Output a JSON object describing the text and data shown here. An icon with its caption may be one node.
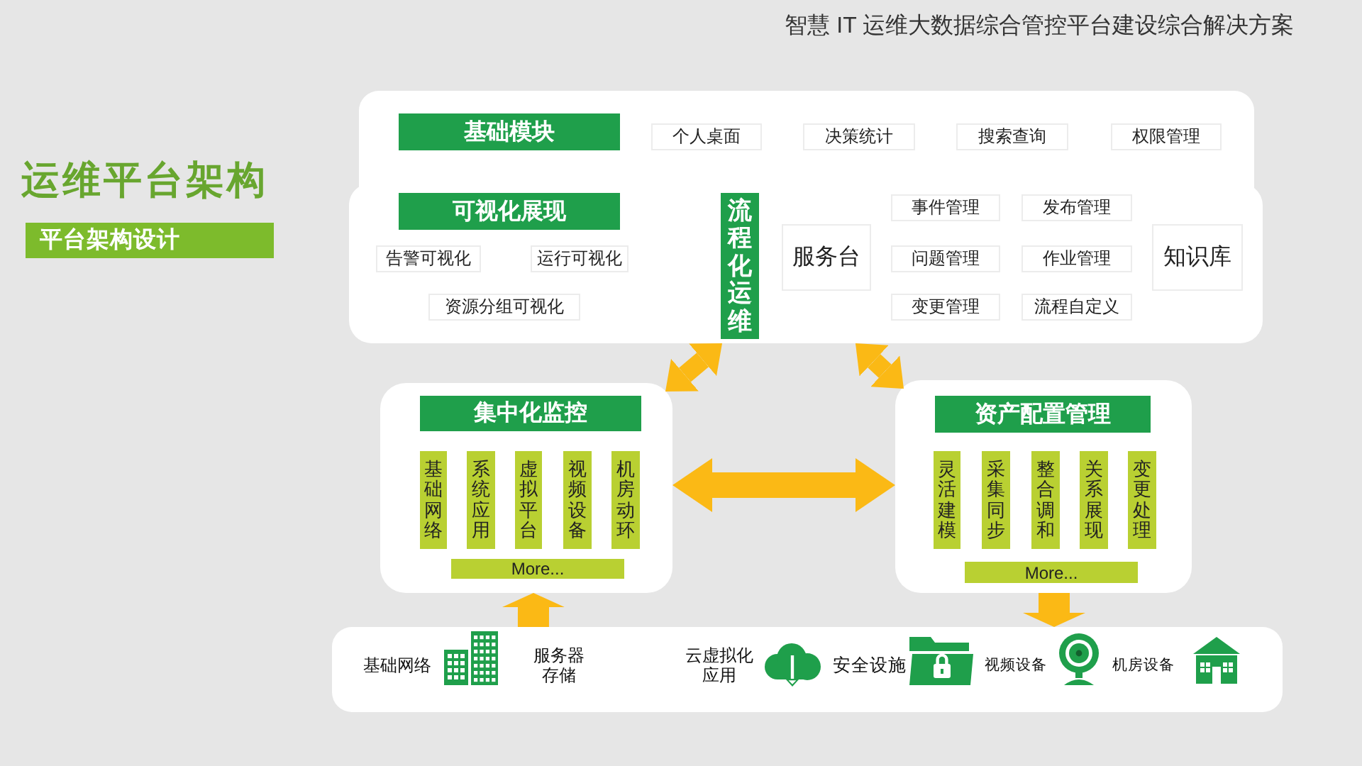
{
  "diagram": {
    "title": "运维平台架构",
    "nodes": [
      {
        "text": [
          "平台架构设计"
        ]
      },
      {
        "text": [],
        "shape": "box"
      },
      {
        "text": [
          "基础模块"
        ],
        "in": 1
      },
      {
        "text": [
          "个人桌面"
        ],
        "in": 1
      },
      {
        "text": [
          "决策统计"
        ],
        "in": 1
      },
      {
        "text": [
          "搜索查询"
        ],
        "in": 1
      },
      {
        "text": [
          "权限管理"
        ],
        "in": 1
      },
      {
        "text": [
          "可视化展现"
        ],
        "in": 1
      },
      {
        "text": [
          "告警可视化"
        ],
        "in": 1
      },
      {
        "text": [
          "运行可视化"
        ],
        "in": 1
      },
      {
        "text": [
          "资源分组可视化"
        ],
        "in": 1
      },
      {
        "text": [
          "流程化运维"
        ],
        "in": 1
      },
      {
        "text": [
          "服务台"
        ],
        "in": 1
      },
      {
        "text": [
          "事件管理"
        ],
        "in": 1
      },
      {
        "text": [
          "发布管理"
        ],
        "in": 1
      },
      {
        "text": [
          "问题管理"
        ],
        "in": 1
      },
      {
        "text": [
          "作业管理"
        ],
        "in": 1
      },
      {
        "text": [
          "变更管理"
        ],
        "in": 1
      },
      {
        "text": [
          "流程自定义"
        ],
        "in": 1
      },
      {
        "text": [
          "知识库"
        ],
        "in": 1
      },
      {
        "text": [],
        "shape": "box"
      },
      {
        "text": [
          "集中化监控"
        ],
        "in": 20
      },
      {
        "text": [
          "基础网络"
        ],
        "in": 20
      },
      {
        "text": [
          "系统应用"
        ],
        "in": 20
      },
      {
        "text": [
          "虚拟平台"
        ],
        "in": 20
      },
      {
        "text": [
          "视频设备"
        ],
        "in": 20
      },
      {
        "text": [
          "机房动环"
        ],
        "in": 20
      },
      {
        "text": [
          "More..."
        ],
        "in": 20
      },
      {
        "text": [],
        "shape": "box"
      },
      {
        "text": [
          "资产配置管理"
        ],
        "in": 28
      },
      {
        "text": [
          "灵活建模"
        ],
        "in": 28
      },
      {
        "text": [
          "采集同步"
        ],
        "in": 28
      },
      {
        "text": [
          "整合调和"
        ],
        "in": 28
      },
      {
        "text": [
          "关系展现"
        ],
        "in": 28
      },
      {
        "text": [
          "变更处理"
        ],
        "in": 28
      },
      {
        "text": [
          "More..."
        ],
        "in": 28
      },
      {
        "text": [
          "基础网络",
          "服务器存储",
          "云虚拟化应用",
          "安全设施",
          "视频设备",
          "机房设备"
        ]
      }
    ],
    "edges": [
      {
        "from": 1,
        "to": 20,
        "arrow": "both"
      },
      {
        "from": 1,
        "to": 28,
        "arrow": "both"
      },
      {
        "from": 20,
        "to": 28,
        "arrow": "both"
      },
      {
        "from": 36,
        "to": 20,
        "arrow": "to"
      },
      {
        "from": 28,
        "to": 36,
        "arrow": "to"
      }
    ],
    "labels": [
      "智慧 IT 运维大数据综合管控平台建设综合解决方案"
    ]
  }
}
